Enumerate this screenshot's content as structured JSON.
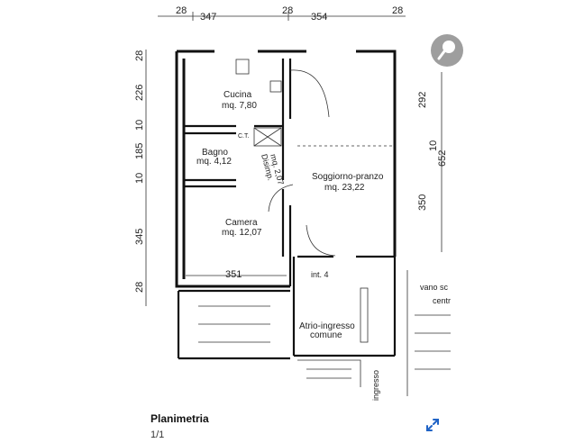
{
  "viewer": {
    "caption": "Planimetria",
    "page_indicator": "1/1",
    "expand_icon": "expand-arrows-icon",
    "pin_icon": "pin-icon",
    "accent_color": "#1f63c6"
  },
  "plan": {
    "top_dims": [
      "28",
      "347",
      "28",
      "354",
      "28"
    ],
    "left_dims": [
      "28",
      "226",
      "10",
      "185",
      "10",
      "345",
      "28"
    ],
    "right_dims": [
      "292",
      "10",
      "652",
      "350"
    ],
    "bottom_dim": "351",
    "rooms": {
      "cucina": {
        "name": "Cucina",
        "area": "mq. 7,80"
      },
      "bagno": {
        "name": "Bagno",
        "area": "mq. 4,12"
      },
      "disimpegno": {
        "name": "Disimp.",
        "area": "mq. 2,07"
      },
      "soggiorno": {
        "name": "Soggiorno-pranzo",
        "area": "mq. 23,22"
      },
      "camera": {
        "name": "Camera",
        "area": "mq. 12,07"
      },
      "interno": {
        "name": "int. 4"
      },
      "atrio": {
        "name": "Atrio-ingresso",
        "sub": "comune"
      }
    },
    "fixtures": {
      "ct": "C.T."
    },
    "right_notes": [
      "vano sc",
      "centr"
    ],
    "entrance": "ingresso"
  }
}
